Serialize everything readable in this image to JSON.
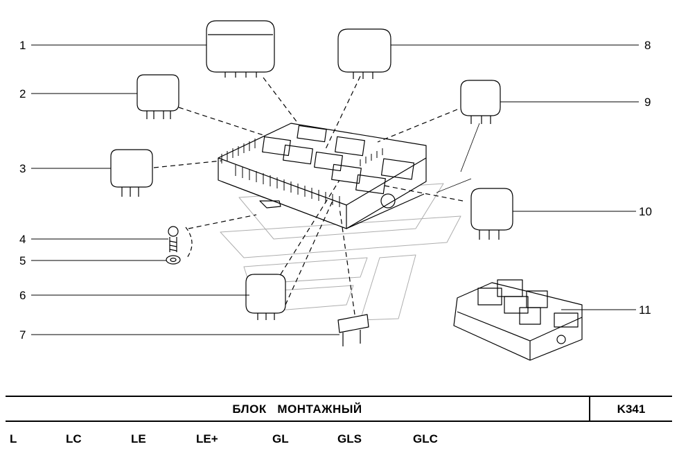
{
  "callouts": [
    "1",
    "2",
    "3",
    "4",
    "5",
    "6",
    "7",
    "8",
    "9",
    "10",
    "11"
  ],
  "title": "БЛОК   МОНТАЖНЫЙ",
  "code": "K341",
  "variants": [
    "L",
    "LC",
    "LE",
    "LE+",
    "GL",
    "GLS",
    "GLC"
  ]
}
